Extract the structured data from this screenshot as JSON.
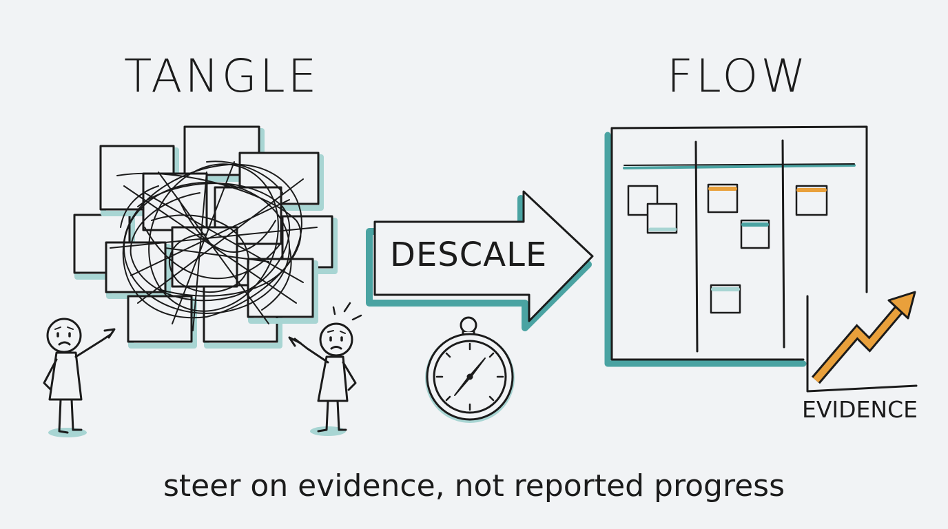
{
  "titles": {
    "left": "TANGLE",
    "right": "FLOW"
  },
  "arrow": {
    "label": "DESCALE"
  },
  "chart": {
    "label": "EVIDENCE"
  },
  "caption": "steer on evidence, not reported progress",
  "colors": {
    "ink": "#1b1b1b",
    "teal": "#4aa3a2",
    "orange": "#e9a03b",
    "background": "#f1f3f5"
  }
}
